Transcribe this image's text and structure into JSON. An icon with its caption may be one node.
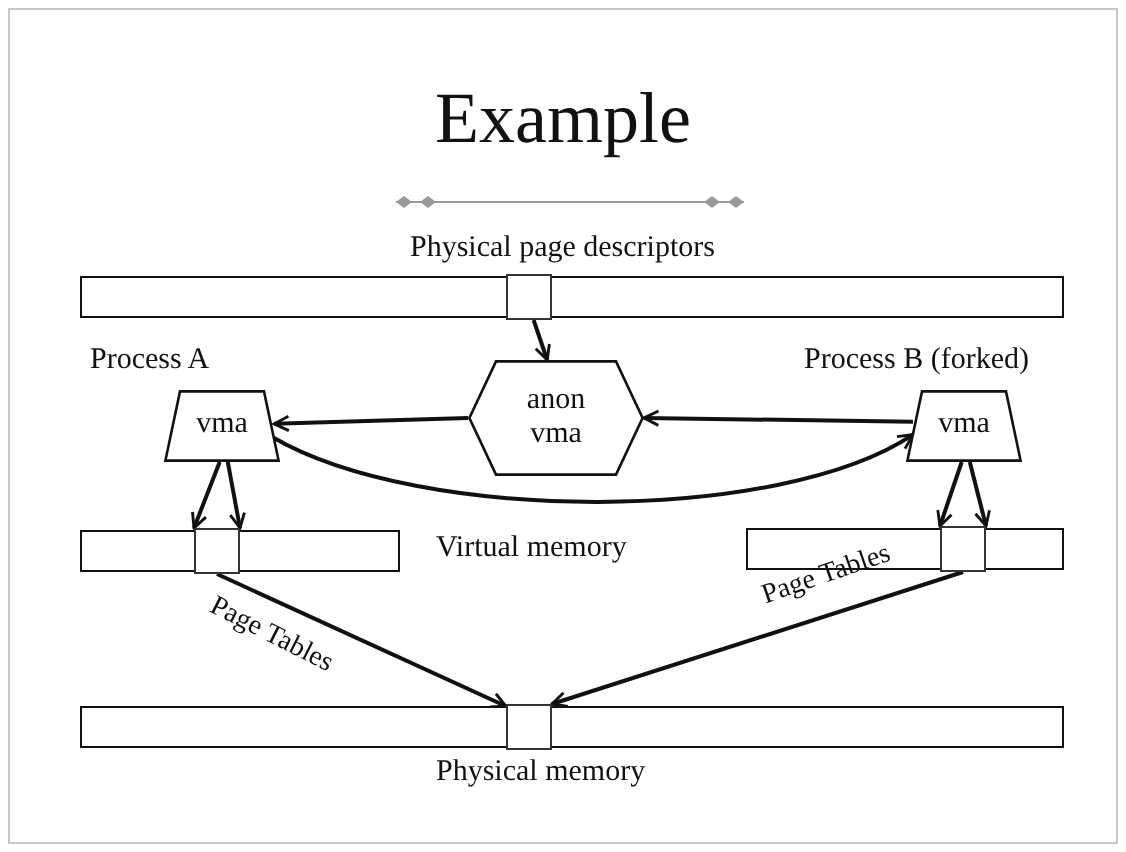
{
  "diagram": {
    "title": "Example",
    "nodes": [
      {
        "text": [],
        "shape": "bar",
        "beside": [
          "Physical page descriptors"
        ]
      },
      {
        "text": [],
        "shape": "box",
        "in": 0
      },
      {
        "text": [
          "anon vma"
        ]
      },
      {
        "text": [
          "vma"
        ],
        "beside": [
          "Process A"
        ]
      },
      {
        "text": [
          "vma"
        ],
        "beside": [
          "Process B (forked)"
        ]
      },
      {
        "text": [],
        "shape": "bar"
      },
      {
        "text": [],
        "shape": "box",
        "in": 5
      },
      {
        "text": [],
        "shape": "bar"
      },
      {
        "text": [],
        "shape": "box",
        "in": 7
      },
      {
        "text": [],
        "shape": "bar",
        "beside": [
          "Physical memory"
        ]
      },
      {
        "text": [],
        "shape": "box",
        "in": 9
      }
    ],
    "edges": [
      {
        "from": 1,
        "to": 2,
        "arrow": "to"
      },
      {
        "from": 2,
        "to": 3,
        "arrow": "to"
      },
      {
        "from": 4,
        "to": 2,
        "arrow": "to"
      },
      {
        "from": 3,
        "to": 4,
        "arrow": "to"
      },
      {
        "from": 3,
        "to": 6,
        "arrow": "to"
      },
      {
        "from": 3,
        "to": 6,
        "arrow": "to"
      },
      {
        "from": 4,
        "to": 8,
        "arrow": "to"
      },
      {
        "from": 4,
        "to": 8,
        "arrow": "to"
      },
      {
        "from": 6,
        "to": 10,
        "arrow": "to",
        "label": "Page Tables"
      },
      {
        "from": 8,
        "to": 10,
        "arrow": "to",
        "label": "Page Tables"
      }
    ],
    "labels": [
      "Virtual memory"
    ]
  }
}
